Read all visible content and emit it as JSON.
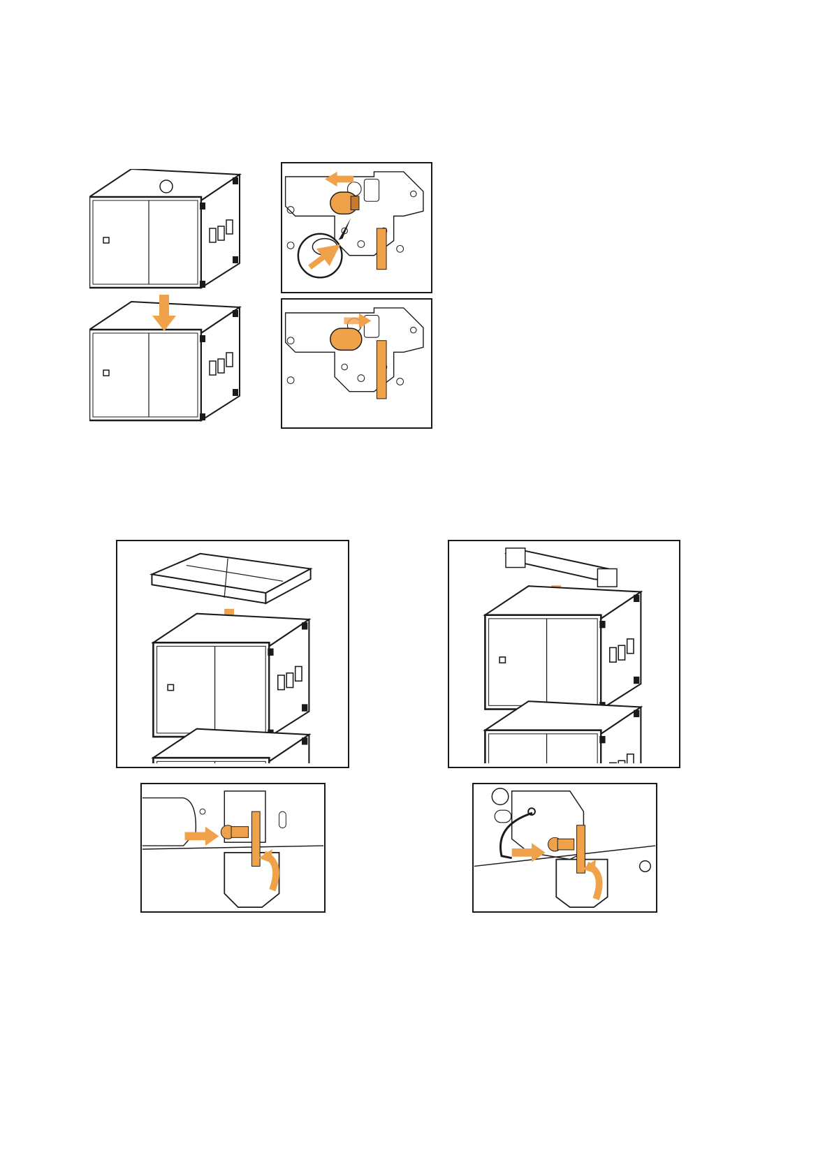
{
  "page": {
    "type": "installation-manual-illustrations",
    "figures": [
      "stacking-subwoofer-onto-subwoofer",
      "rear-lock-pin-release-detail",
      "rear-lock-pin-engage-detail",
      "rigging-frame-onto-stack",
      "rigging-bar-onto-stack",
      "frame-pin-insertion-detail",
      "bar-pin-insertion-detail"
    ]
  },
  "colors": {
    "accent": "#F0A24B",
    "accent_dark": "#C9792A",
    "line": "#1A1A1A",
    "paper": "#FFFFFF"
  },
  "icons": [
    "down-arrow-icon",
    "left-arrow-icon",
    "right-arrow-icon",
    "curved-arrow-icon",
    "brand-logo-mark"
  ]
}
